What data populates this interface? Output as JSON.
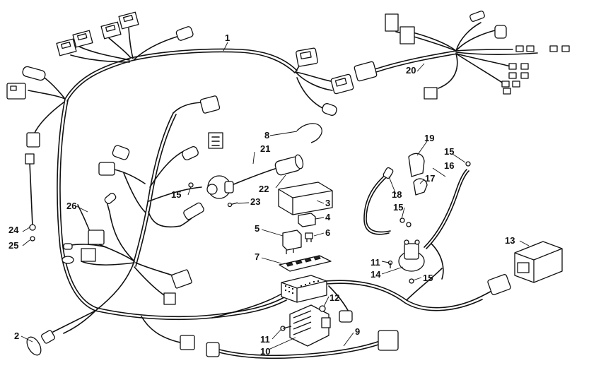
{
  "callouts": [
    "1",
    "2",
    "3",
    "4",
    "5",
    "6",
    "7",
    "8",
    "9",
    "10",
    "11",
    "11",
    "12",
    "13",
    "14",
    "15",
    "15",
    "15",
    "15",
    "16",
    "17",
    "18",
    "19",
    "20",
    "21",
    "22",
    "23",
    "24",
    "25",
    "26"
  ]
}
